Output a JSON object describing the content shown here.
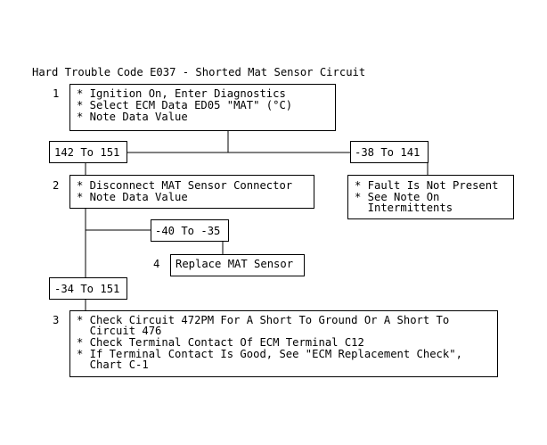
{
  "title": "Hard Trouble Code E037 - Shorted Mat Sensor Circuit",
  "step1": {
    "number": "1",
    "lines": [
      "* Ignition On, Enter Diagnostics",
      "* Select ECM Data ED05 \"MAT\" (°C)",
      "* Note Data Value"
    ]
  },
  "range_high": "142 To 151",
  "range_low": "-38 To 141",
  "step2": {
    "number": "2",
    "lines": [
      "* Disconnect MAT Sensor Connector",
      "* Note Data Value"
    ]
  },
  "result_low": {
    "lines": [
      "* Fault Is Not Present",
      "* See Note On",
      "  Intermittents"
    ]
  },
  "range_minus40": "-40 To -35",
  "step4": {
    "number": "4",
    "label": "Replace MAT Sensor"
  },
  "range_minus34": "-34 To 151",
  "step3": {
    "number": "3",
    "lines": [
      "* Check Circuit 472PM For A Short To Ground Or A Short To",
      "  Circuit 476",
      "* Check Terminal Contact Of ECM Terminal C12",
      "* If Terminal Contact Is Good, See \"ECM Replacement Check\",",
      "  Chart C-1"
    ]
  }
}
